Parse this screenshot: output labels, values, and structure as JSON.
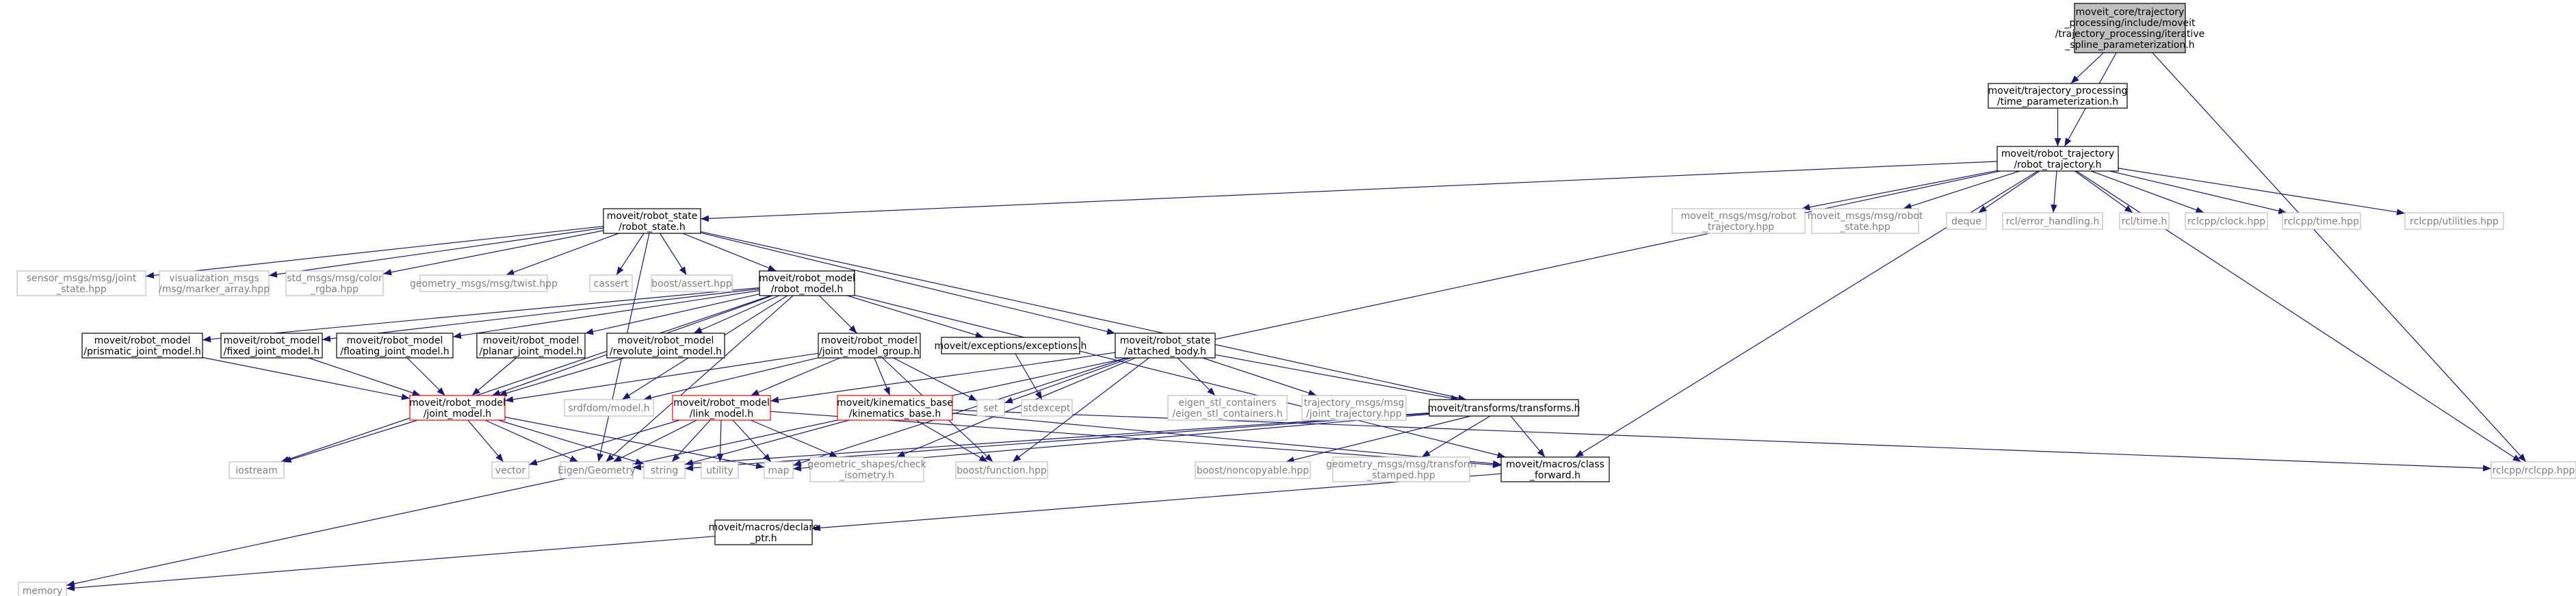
{
  "graph": {
    "nodes": [
      {
        "id": "root",
        "lines": [
          "moveit_core/trajectory",
          "_processing/include/moveit",
          "/trajectory_processing/iterative",
          "_spline_parameterization.h"
        ],
        "style": "root"
      },
      {
        "id": "tp",
        "lines": [
          "moveit/trajectory_processing",
          "/time_parameterization.h"
        ],
        "style": "black"
      },
      {
        "id": "rt",
        "lines": [
          "moveit/robot_trajectory",
          "/robot_trajectory.h"
        ],
        "style": "black"
      },
      {
        "id": "rs",
        "lines": [
          "moveit/robot_state",
          "/robot_state.h"
        ],
        "style": "black"
      },
      {
        "id": "rm",
        "lines": [
          "moveit/robot_model",
          "/robot_model.h"
        ],
        "style": "black"
      },
      {
        "id": "sens",
        "lines": [
          "sensor_msgs/msg/joint",
          "_state.hpp"
        ],
        "style": "gray"
      },
      {
        "id": "vis",
        "lines": [
          "visualization_msgs",
          "/msg/marker_array.hpp"
        ],
        "style": "gray"
      },
      {
        "id": "stdc",
        "lines": [
          "std_msgs/msg/color",
          "_rgba.hpp"
        ],
        "style": "gray"
      },
      {
        "id": "twist",
        "lines": [
          "geometry_msgs/msg/twist.hpp"
        ],
        "style": "gray"
      },
      {
        "id": "cassert",
        "lines": [
          "cassert"
        ],
        "style": "gray"
      },
      {
        "id": "bassert",
        "lines": [
          "boost/assert.hpp"
        ],
        "style": "gray"
      },
      {
        "id": "mtraj",
        "lines": [
          "moveit_msgs/msg/robot",
          "_trajectory.hpp"
        ],
        "style": "gray"
      },
      {
        "id": "mstate",
        "lines": [
          "moveit_msgs/msg/robot",
          "_state.hpp"
        ],
        "style": "gray"
      },
      {
        "id": "deque",
        "lines": [
          "deque"
        ],
        "style": "gray"
      },
      {
        "id": "rclerr",
        "lines": [
          "rcl/error_handling.h"
        ],
        "style": "gray"
      },
      {
        "id": "rcltime",
        "lines": [
          "rcl/time.h"
        ],
        "style": "gray"
      },
      {
        "id": "rclclock",
        "lines": [
          "rclcpp/clock.hpp"
        ],
        "style": "gray"
      },
      {
        "id": "rclcpptime",
        "lines": [
          "rclcpp/time.hpp"
        ],
        "style": "gray"
      },
      {
        "id": "rclutil",
        "lines": [
          "rclcpp/utilities.hpp"
        ],
        "style": "gray"
      },
      {
        "id": "prism",
        "lines": [
          "moveit/robot_model",
          "/prismatic_joint_model.h"
        ],
        "style": "black"
      },
      {
        "id": "fixed",
        "lines": [
          "moveit/robot_model",
          "/fixed_joint_model.h"
        ],
        "style": "black"
      },
      {
        "id": "float",
        "lines": [
          "moveit/robot_model",
          "/floating_joint_model.h"
        ],
        "style": "black"
      },
      {
        "id": "planar",
        "lines": [
          "moveit/robot_model",
          "/planar_joint_model.h"
        ],
        "style": "black"
      },
      {
        "id": "revol",
        "lines": [
          "moveit/robot_model",
          "/revolute_joint_model.h"
        ],
        "style": "black"
      },
      {
        "id": "jmg",
        "lines": [
          "moveit/robot_model",
          "/joint_model_group.h"
        ],
        "style": "black"
      },
      {
        "id": "exc",
        "lines": [
          "moveit/exceptions/exceptions.h"
        ],
        "style": "black"
      },
      {
        "id": "ab",
        "lines": [
          "moveit/robot_state",
          "/attached_body.h"
        ],
        "style": "black"
      },
      {
        "id": "jm",
        "lines": [
          "moveit/robot_model",
          "/joint_model.h"
        ],
        "style": "red"
      },
      {
        "id": "srdf",
        "lines": [
          "srdfdom/model.h"
        ],
        "style": "gray"
      },
      {
        "id": "lm",
        "lines": [
          "moveit/robot_model",
          "/link_model.h"
        ],
        "style": "red"
      },
      {
        "id": "kin",
        "lines": [
          "moveit/kinematics_base",
          "/kinematics_base.h"
        ],
        "style": "red"
      },
      {
        "id": "set",
        "lines": [
          "set"
        ],
        "style": "gray"
      },
      {
        "id": "stdexc",
        "lines": [
          "stdexcept"
        ],
        "style": "gray"
      },
      {
        "id": "eigstl",
        "lines": [
          "eigen_stl_containers",
          "/eigen_stl_containers.h"
        ],
        "style": "gray"
      },
      {
        "id": "trajmsg",
        "lines": [
          "trajectory_msgs/msg",
          "/joint_trajectory.hpp"
        ],
        "style": "gray"
      },
      {
        "id": "tf",
        "lines": [
          "moveit/transforms/transforms.h"
        ],
        "style": "black"
      },
      {
        "id": "iostream",
        "lines": [
          "iostream"
        ],
        "style": "gray"
      },
      {
        "id": "vector",
        "lines": [
          "vector"
        ],
        "style": "gray"
      },
      {
        "id": "eigen",
        "lines": [
          "Eigen/Geometry"
        ],
        "style": "gray"
      },
      {
        "id": "string",
        "lines": [
          "string"
        ],
        "style": "gray"
      },
      {
        "id": "utility",
        "lines": [
          "utility"
        ],
        "style": "gray"
      },
      {
        "id": "map",
        "lines": [
          "map"
        ],
        "style": "gray"
      },
      {
        "id": "geoshape",
        "lines": [
          "geometric_shapes/check",
          "_isometry.h"
        ],
        "style": "gray"
      },
      {
        "id": "bfunc",
        "lines": [
          "boost/function.hpp"
        ],
        "style": "gray"
      },
      {
        "id": "bnoncopy",
        "lines": [
          "boost/noncopyable.hpp"
        ],
        "style": "gray"
      },
      {
        "id": "geotf",
        "lines": [
          "geometry_msgs/msg/transform",
          "_stamped.hpp"
        ],
        "style": "gray"
      },
      {
        "id": "classfwd",
        "lines": [
          "moveit/macros/class",
          "_forward.h"
        ],
        "style": "black"
      },
      {
        "id": "rclcpp",
        "lines": [
          "rclcpp/rclcpp.hpp"
        ],
        "style": "gray"
      },
      {
        "id": "declptr",
        "lines": [
          "moveit/macros/declare",
          "_ptr.h"
        ],
        "style": "black"
      },
      {
        "id": "memory",
        "lines": [
          "memory"
        ],
        "style": "gray"
      }
    ],
    "edges": [
      [
        "root",
        "tp"
      ],
      [
        "root",
        "rt"
      ],
      [
        "root",
        "rclcpp"
      ],
      [
        "tp",
        "rt"
      ],
      [
        "rt",
        "rs"
      ],
      [
        "rt",
        "mtraj"
      ],
      [
        "rt",
        "mstate"
      ],
      [
        "rt",
        "deque"
      ],
      [
        "rt",
        "rclerr"
      ],
      [
        "rt",
        "rcltime"
      ],
      [
        "rt",
        "rclclock"
      ],
      [
        "rt",
        "rclcpptime"
      ],
      [
        "rt",
        "rclutil"
      ],
      [
        "rt",
        "rclcpp"
      ],
      [
        "rt",
        "classfwd"
      ],
      [
        "rt",
        "memory"
      ],
      [
        "rs",
        "sens"
      ],
      [
        "rs",
        "vis"
      ],
      [
        "rs",
        "stdc"
      ],
      [
        "rs",
        "twist"
      ],
      [
        "rs",
        "cassert"
      ],
      [
        "rs",
        "bassert"
      ],
      [
        "rs",
        "rm"
      ],
      [
        "rs",
        "ab"
      ],
      [
        "rs",
        "tf"
      ],
      [
        "rs",
        "eigen"
      ],
      [
        "rm",
        "prism"
      ],
      [
        "rm",
        "fixed"
      ],
      [
        "rm",
        "float"
      ],
      [
        "rm",
        "planar"
      ],
      [
        "rm",
        "revol"
      ],
      [
        "rm",
        "jmg"
      ],
      [
        "rm",
        "exc"
      ],
      [
        "rm",
        "jm"
      ],
      [
        "rm",
        "srdf"
      ],
      [
        "rm",
        "iostream"
      ],
      [
        "rm",
        "classfwd"
      ],
      [
        "rm",
        "eigen"
      ],
      [
        "prism",
        "jm"
      ],
      [
        "fixed",
        "jm"
      ],
      [
        "float",
        "jm"
      ],
      [
        "planar",
        "jm"
      ],
      [
        "revol",
        "jm"
      ],
      [
        "jmg",
        "jm"
      ],
      [
        "jmg",
        "lm"
      ],
      [
        "jmg",
        "kin"
      ],
      [
        "jmg",
        "srdf"
      ],
      [
        "jmg",
        "set"
      ],
      [
        "jmg",
        "bfunc"
      ],
      [
        "exc",
        "stdexc"
      ],
      [
        "ab",
        "lm"
      ],
      [
        "ab",
        "set"
      ],
      [
        "ab",
        "eigstl"
      ],
      [
        "ab",
        "trajmsg"
      ],
      [
        "ab",
        "tf"
      ],
      [
        "ab",
        "bfunc"
      ],
      [
        "ab",
        "map"
      ],
      [
        "ab",
        "geoshape"
      ],
      [
        "jm",
        "iostream"
      ],
      [
        "jm",
        "vector"
      ],
      [
        "jm",
        "eigen"
      ],
      [
        "jm",
        "string"
      ],
      [
        "jm",
        "map"
      ],
      [
        "lm",
        "vector"
      ],
      [
        "lm",
        "eigen"
      ],
      [
        "lm",
        "string"
      ],
      [
        "lm",
        "utility"
      ],
      [
        "lm",
        "map"
      ],
      [
        "lm",
        "geoshape"
      ],
      [
        "lm",
        "classfwd"
      ],
      [
        "kin",
        "string"
      ],
      [
        "kin",
        "bfunc"
      ],
      [
        "kin",
        "rclcpp"
      ],
      [
        "kin",
        "classfwd"
      ],
      [
        "tf",
        "eigen"
      ],
      [
        "tf",
        "map"
      ],
      [
        "tf",
        "bnoncopy"
      ],
      [
        "tf",
        "geotf"
      ],
      [
        "tf",
        "classfwd"
      ],
      [
        "tf",
        "string"
      ],
      [
        "classfwd",
        "declptr"
      ],
      [
        "declptr",
        "memory"
      ]
    ]
  }
}
